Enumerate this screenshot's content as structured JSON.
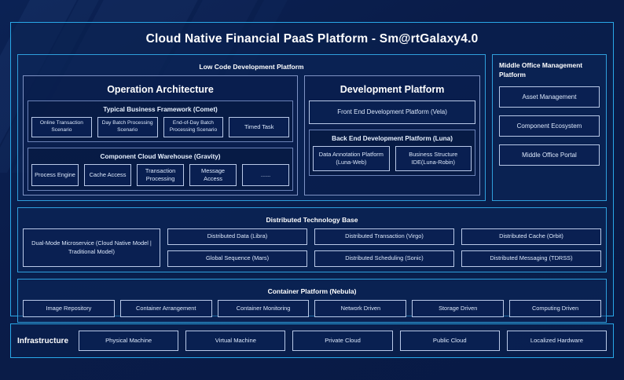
{
  "title": "Cloud Native Financial PaaS Platform - Sm@rtGalaxy4.0",
  "low_code": {
    "title": "Low Code Development Platform",
    "operation_architecture": {
      "title": "Operation Architecture",
      "typical_business_framework": {
        "title": "Typical Business Framework (Comet)",
        "items": [
          "Online Transaction Scenario",
          "Day Batch Processing Scenario",
          "End-of-Day Batch Processing Scenario",
          "Timed Task"
        ]
      },
      "component_cloud_warehouse": {
        "title": "Component Cloud Warehouse (Gravity)",
        "items": [
          "Process Engine",
          "Cache Access",
          "Transaction Processing",
          "Message Access",
          "......"
        ]
      }
    },
    "development_platform": {
      "title": "Development Platform",
      "front_end": "Front End Development Platform (Vela)",
      "back_end": {
        "title": "Back End Development Platform (Luna)",
        "items": [
          "Data Annotation Platform (Luna-Web)",
          "Business Structure IDE(Luna-Robin)"
        ]
      }
    }
  },
  "middle_office": {
    "title": "Middle Office Management Platform",
    "items": [
      "Asset Management",
      "Component Ecosystem",
      "Middle Office Portal"
    ]
  },
  "distributed_technology_base": {
    "title": "Distributed Technology Base",
    "dual_mode": "Dual-Mode Microservice (Cloud Native Model | Traditional Model)",
    "columns": [
      [
        "Distributed Data (Libra)",
        "Global Sequence (Mars)"
      ],
      [
        "Distributed Transaction (Virgo)",
        "Distributed Scheduling (Sonic)"
      ],
      [
        "Distributed Cache (Orbit)",
        "Distributed Messaging (TDRSS)"
      ]
    ]
  },
  "container_platform": {
    "title": "Container Platform (Nebula)",
    "items": [
      "Image Repository",
      "Container Arrangement",
      "Container Monitoring",
      "Network Driven",
      "Storage Driven",
      "Computing Driven"
    ]
  },
  "infrastructure": {
    "label": "Infrastructure",
    "items": [
      "Physical Machine",
      "Virtual Machine",
      "Private Cloud",
      "Public Cloud",
      "Localized Hardware"
    ]
  },
  "colors": {
    "background": "#0a1f4d",
    "frame_accent": "#29a8e8",
    "panel_border": "#2f9fdc",
    "chip_border": "#b9c9e8",
    "text": "#ffffff",
    "chip_text": "#dce8fb"
  }
}
